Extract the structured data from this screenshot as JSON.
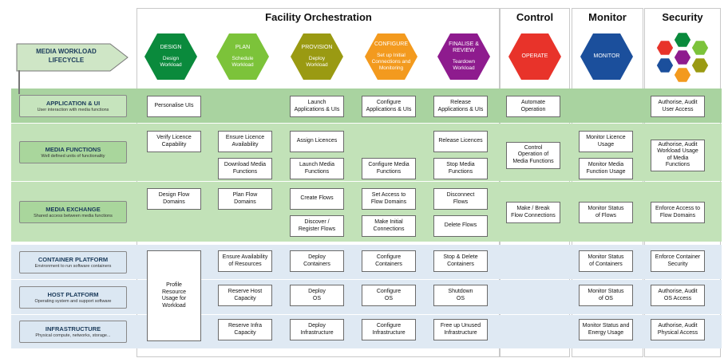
{
  "headers": {
    "facility": "Facility Orchestration",
    "control": "Control",
    "monitor": "Monitor",
    "security": "Security"
  },
  "lifecycle_label": {
    "line1": "MEDIA WORKLOAD",
    "line2": "LIFECYCLE"
  },
  "phases": [
    {
      "title": "DESIGN",
      "sub": "Design\nWorkload",
      "color": "#0a8a3c"
    },
    {
      "title": "PLAN",
      "sub": "Schedule\nWorkload",
      "color": "#7cc33a"
    },
    {
      "title": "PROVISION",
      "sub": "Deploy\nWorkload",
      "color": "#9a9a12"
    },
    {
      "title": "CONFIGURE",
      "sub": "Set up Initial\nConnections and\nMonitoring",
      "color": "#f39a1e"
    },
    {
      "title": "FINALISE &\nREVIEW",
      "sub": "Teardown\nWorkload",
      "color": "#8e1b8e"
    },
    {
      "title": "OPERATE",
      "sub": "",
      "color": "#e8332a"
    },
    {
      "title": "MONITOR",
      "sub": "",
      "color": "#1b4f9c"
    }
  ],
  "security_hex_colors": [
    "#0a8a3c",
    "#7cc33a",
    "#9a9a12",
    "#e8332a",
    "#1b4f9c",
    "#f39a1e",
    "#8e1b8e"
  ],
  "rows": [
    {
      "title": "APPLICATION & UI",
      "sub": "User interaction with media functions",
      "band": "#a9d3a0",
      "label_bg": "#c6e4bd"
    },
    {
      "title": "MEDIA FUNCTIONS",
      "sub": "Well defined units of functionality",
      "band": "#c2e2b8",
      "label_bg": "#a9d69c"
    },
    {
      "title": "MEDIA EXCHANGE",
      "sub": "Shared access between media functions",
      "band": "#c2e2b8",
      "label_bg": "#a9d69c"
    },
    {
      "title": "CONTAINER PLATFORM",
      "sub": "Environment to run software containers",
      "band": "#dfe9f3",
      "label_bg": "#dbe7f2"
    },
    {
      "title": "HOST PLATFORM",
      "sub": "Operating system and support software",
      "band": "#dfe9f3",
      "label_bg": "#dbe7f2"
    },
    {
      "title": "INFRASTRUCTURE",
      "sub": "Physical compute, networks, storage...",
      "band": "#dfe9f3",
      "label_bg": "#dbe7f2"
    }
  ],
  "cells": [
    {
      "id": "personalise-uis",
      "col": 0,
      "row": 0,
      "text": "Personalise UIs"
    },
    {
      "id": "launch-apps",
      "col": 2,
      "row": 0,
      "text": "Launch\nApplications & UIs"
    },
    {
      "id": "configure-apps",
      "col": 3,
      "row": 0,
      "text": "Configure\nApplications & UIs"
    },
    {
      "id": "release-apps",
      "col": 4,
      "row": 0,
      "text": "Release\nApplications & UIs"
    },
    {
      "id": "automate-operation",
      "col": 5,
      "row": 0,
      "text": "Automate\nOperation"
    },
    {
      "id": "authorise-user-access",
      "col": 7,
      "row": 0,
      "text": "Authorise, Audit\nUser Access"
    },
    {
      "id": "verify-licence",
      "col": 0,
      "row": 1,
      "text": "Verify Licence\nCapability"
    },
    {
      "id": "ensure-licence",
      "col": 1,
      "row": 1,
      "text": "Ensure Licence\nAvailability"
    },
    {
      "id": "download-media-functions",
      "col": 1,
      "row": 2,
      "text": "Download Media\nFunctions"
    },
    {
      "id": "assign-licences",
      "col": 2,
      "row": 1,
      "text": "Assign Licences"
    },
    {
      "id": "launch-media-functions",
      "col": 2,
      "row": 2,
      "text": "Launch Media\nFunctions"
    },
    {
      "id": "configure-media-functions",
      "col": 3,
      "row": 2,
      "text": "Configure Media\nFunctions"
    },
    {
      "id": "release-licences",
      "col": 4,
      "row": 1,
      "text": "Release Licences"
    },
    {
      "id": "stop-media-functions",
      "col": 4,
      "row": 2,
      "text": "Stop Media\nFunctions"
    },
    {
      "id": "control-operation",
      "col": 5,
      "row": 1.5,
      "text": "Control\nOperation of\nMedia Functions"
    },
    {
      "id": "monitor-licence",
      "col": 6,
      "row": 1,
      "text": "Monitor Licence\nUsage"
    },
    {
      "id": "monitor-media-function-usage",
      "col": 6,
      "row": 2,
      "text": "Monitor Media\nFunction Usage"
    },
    {
      "id": "authorise-workload-usage",
      "col": 7,
      "row": 1.5,
      "text": "Authorise, Audit\nWorkload Usage\nof Media\nFunctions"
    },
    {
      "id": "design-flow-domains",
      "col": 0,
      "row": 3,
      "text": "Design Flow\nDomains"
    },
    {
      "id": "plan-flow-domains",
      "col": 1,
      "row": 3,
      "text": "Plan Flow\nDomains"
    },
    {
      "id": "create-flows",
      "col": 2,
      "row": 3,
      "text": "Create Flows"
    },
    {
      "id": "discover-flows",
      "col": 2,
      "row": 4,
      "text": "Discover /\nRegister Flows"
    },
    {
      "id": "set-access-flow",
      "col": 3,
      "row": 3,
      "text": "Set Access to\nFlow Domains"
    },
    {
      "id": "make-initial-connections",
      "col": 3,
      "row": 4,
      "text": "Make Initial\nConnections"
    },
    {
      "id": "disconnect-flows",
      "col": 4,
      "row": 3,
      "text": "Disconnect\nFlows"
    },
    {
      "id": "delete-flows",
      "col": 4,
      "row": 4,
      "text": "Delete Flows"
    },
    {
      "id": "make-break-flow",
      "col": 5,
      "row": 3.5,
      "text": "Make / Break\nFlow Connections"
    },
    {
      "id": "monitor-status-flows",
      "col": 6,
      "row": 3.5,
      "text": "Monitor Status\nof Flows"
    },
    {
      "id": "enforce-access-flow",
      "col": 7,
      "row": 3.5,
      "text": "Enforce Access to\nFlow Domains"
    },
    {
      "id": "ensure-resources",
      "col": 1,
      "row": 5,
      "text": "Ensure Availability\nof Resources"
    },
    {
      "id": "deploy-containers",
      "col": 2,
      "row": 5,
      "text": "Deploy\nContainers"
    },
    {
      "id": "configure-containers",
      "col": 3,
      "row": 5,
      "text": "Configure\nContainers"
    },
    {
      "id": "stop-delete-containers",
      "col": 4,
      "row": 5,
      "text": "Stop & Delete\nContainers"
    },
    {
      "id": "monitor-containers",
      "col": 6,
      "row": 5,
      "text": "Monitor Status\nof Containers"
    },
    {
      "id": "enforce-container-security",
      "col": 7,
      "row": 5,
      "text": "Enforce Container\nSecurity"
    },
    {
      "id": "reserve-host",
      "col": 1,
      "row": 6,
      "text": "Reserve Host\nCapacity"
    },
    {
      "id": "deploy-os",
      "col": 2,
      "row": 6,
      "text": "Deploy\nOS"
    },
    {
      "id": "configure-os",
      "col": 3,
      "row": 6,
      "text": "Configure\nOS"
    },
    {
      "id": "shutdown-os",
      "col": 4,
      "row": 6,
      "text": "Shutdown\nOS"
    },
    {
      "id": "monitor-os",
      "col": 6,
      "row": 6,
      "text": "Monitor Status\nof OS"
    },
    {
      "id": "authorise-os-access",
      "col": 7,
      "row": 6,
      "text": "Authorise, Audit\nOS Access"
    },
    {
      "id": "reserve-infra",
      "col": 1,
      "row": 7,
      "text": "Reserve Infra\nCapacity"
    },
    {
      "id": "deploy-infrastructure",
      "col": 2,
      "row": 7,
      "text": "Deploy\nInfrastructure"
    },
    {
      "id": "configure-infrastructure",
      "col": 3,
      "row": 7,
      "text": "Configure\nInfrastructure"
    },
    {
      "id": "free-infrastructure",
      "col": 4,
      "row": 7,
      "text": "Free up Unused\nInfrastructure"
    },
    {
      "id": "monitor-energy",
      "col": 6,
      "row": 7,
      "text": "Monitor Status and\nEnergy Usage"
    },
    {
      "id": "authorise-physical-access",
      "col": 7,
      "row": 7,
      "text": "Authorise, Audit\nPhysical Access"
    }
  ],
  "profile_cell": {
    "text": "Profile\nResource\nUsage for\nWorkload"
  }
}
